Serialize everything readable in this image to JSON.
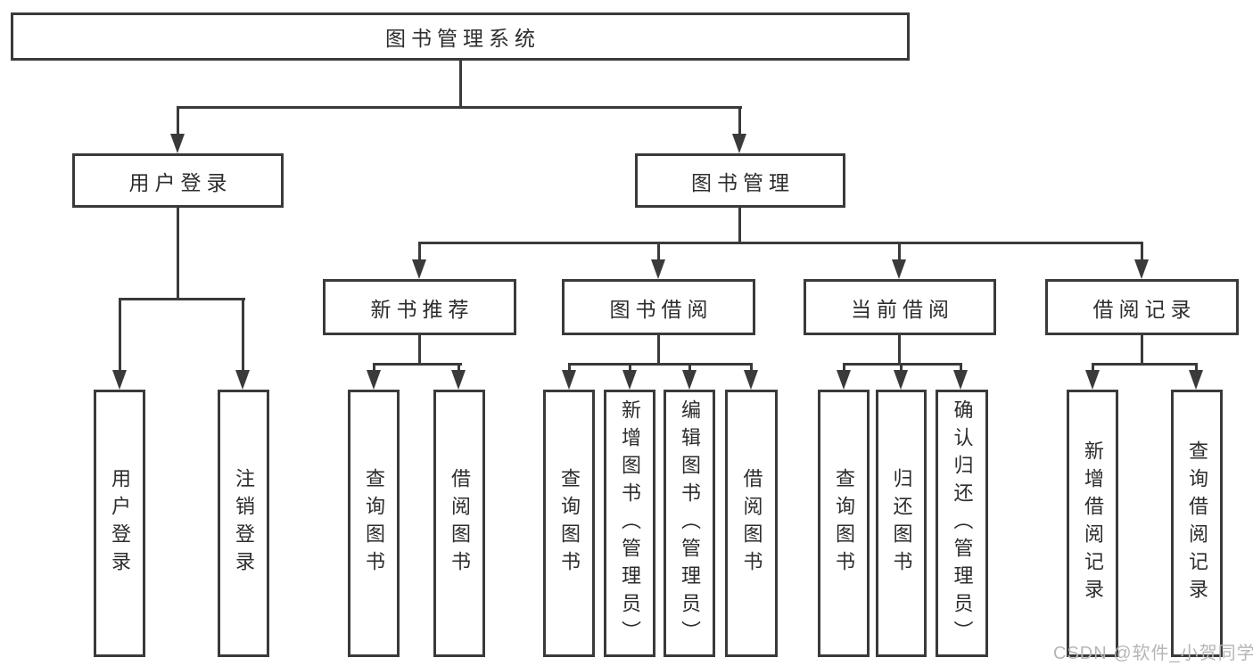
{
  "nodes": {
    "root": {
      "label": "图书管理系统"
    },
    "user": {
      "label": "用户登录",
      "children": [
        {
          "label": "用户登录"
        },
        {
          "label": "注销登录"
        }
      ]
    },
    "mgmt": {
      "label": "图书管理",
      "children": [
        {
          "label": "新书推荐",
          "children": [
            {
              "label": "查询图书"
            },
            {
              "label": "借阅图书"
            }
          ]
        },
        {
          "label": "图书借阅",
          "children": [
            {
              "label": "查询图书"
            },
            {
              "label": "新增图书（管理员）"
            },
            {
              "label": "编辑图书（管理员）"
            },
            {
              "label": "借阅图书"
            }
          ]
        },
        {
          "label": "当前借阅",
          "children": [
            {
              "label": "查询图书"
            },
            {
              "label": "归还图书"
            },
            {
              "label": "确认归还（管理员）"
            }
          ]
        },
        {
          "label": "借阅记录",
          "children": [
            {
              "label": "新增借阅记录"
            },
            {
              "label": "查询借阅记录"
            }
          ]
        }
      ]
    }
  },
  "watermark": {
    "text": "CSDN @软件_小贺同学",
    "color": "#b6b6b6"
  },
  "colors": {
    "line": "#3a3a3a",
    "text": "#2d2d2d",
    "background": "#ffffff"
  },
  "icons": {
    "arrow_down": "filled downward triangle (CSS border shape)"
  }
}
